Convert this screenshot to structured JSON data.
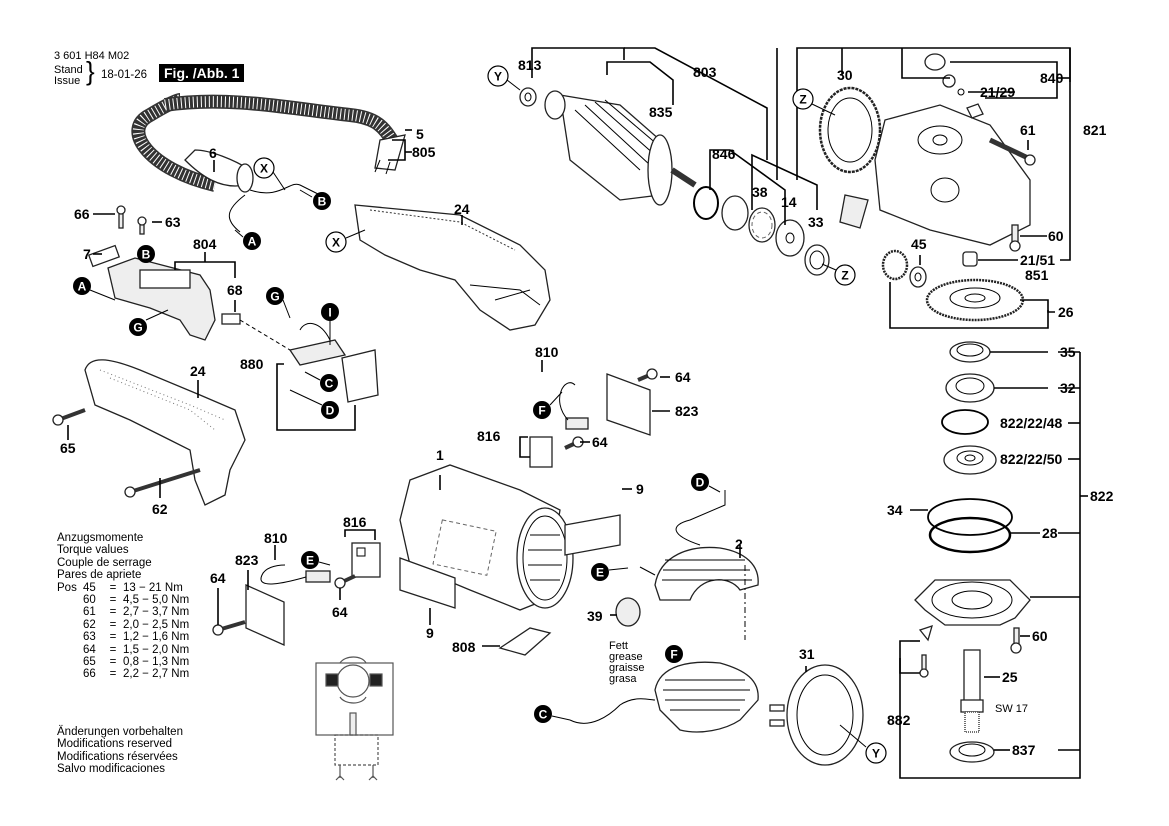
{
  "header": {
    "part_number": "3 601 H84 M02",
    "stand_label": "Stand",
    "issue_label": "Issue",
    "date": "18-01-26",
    "figure_label": "Fig. /Abb. 1"
  },
  "torque": {
    "titles": [
      "Anzugsmomente",
      "Torque values",
      "Couple de serrage",
      "Pares de apriete"
    ],
    "pos_label": "Pos",
    "rows": [
      {
        "pos": "45",
        "eq": "=",
        "value": "13 − 21 Nm"
      },
      {
        "pos": "60",
        "eq": "=",
        "value": "4,5 − 5,0 Nm"
      },
      {
        "pos": "61",
        "eq": "=",
        "value": "2,7 − 3,7 Nm"
      },
      {
        "pos": "62",
        "eq": "=",
        "value": "2,0 − 2,5 Nm"
      },
      {
        "pos": "63",
        "eq": "=",
        "value": "1,2 − 1,6 Nm"
      },
      {
        "pos": "64",
        "eq": "=",
        "value": "1,5 − 2,0 Nm"
      },
      {
        "pos": "65",
        "eq": "=",
        "value": "0,8 − 1,3 Nm"
      },
      {
        "pos": "66",
        "eq": "=",
        "value": "2,2 − 2,7 Nm"
      }
    ]
  },
  "modifications": [
    "Änderungen vorbehalten",
    "Modifications reserved",
    "Modifications réservées",
    "Salvo modificaciones"
  ],
  "grease_note": [
    "Fett",
    "grease",
    "graisse",
    "grasa"
  ],
  "wrench_note": "SW 17",
  "part_labels": {
    "p813": "813",
    "p803": "803",
    "p835": "835",
    "p846": "846",
    "p38": "38",
    "p14": "14",
    "p33": "33",
    "p30": "30",
    "p840": "840",
    "p21_29": "21/29",
    "p61": "61",
    "p821": "821",
    "p60a": "60",
    "p21_51": "21/51",
    "p851": "851",
    "p45": "45",
    "p26": "26",
    "p5": "5",
    "p805": "805",
    "p6": "6",
    "p24a": "24",
    "p66": "66",
    "p63": "63",
    "p7": "7",
    "p804": "804",
    "p68": "68",
    "p880": "880",
    "p24b": "24",
    "p65": "65",
    "p62": "62",
    "p810a": "810",
    "p64a": "64",
    "p823a": "823",
    "p816a": "816",
    "p64b": "64",
    "p1": "1",
    "p9a": "9",
    "p816b": "816",
    "p810b": "810",
    "p823b": "823",
    "p64c": "64",
    "p64d": "64",
    "p9b": "9",
    "p808": "808",
    "p2": "2",
    "p39": "39",
    "p31": "31",
    "p35": "35",
    "p32": "32",
    "p822_22_48": "822/22/48",
    "p822_22_50": "822/22/50",
    "p822": "822",
    "p34": "34",
    "p28": "28",
    "p60b": "60",
    "p25": "25",
    "p882": "882",
    "p837": "837"
  },
  "connector_refs": {
    "A": "A",
    "B": "B",
    "C": "C",
    "D": "D",
    "E": "E",
    "F": "F",
    "G": "G",
    "I": "I",
    "X": "X",
    "Y": "Y",
    "Z": "Z"
  }
}
